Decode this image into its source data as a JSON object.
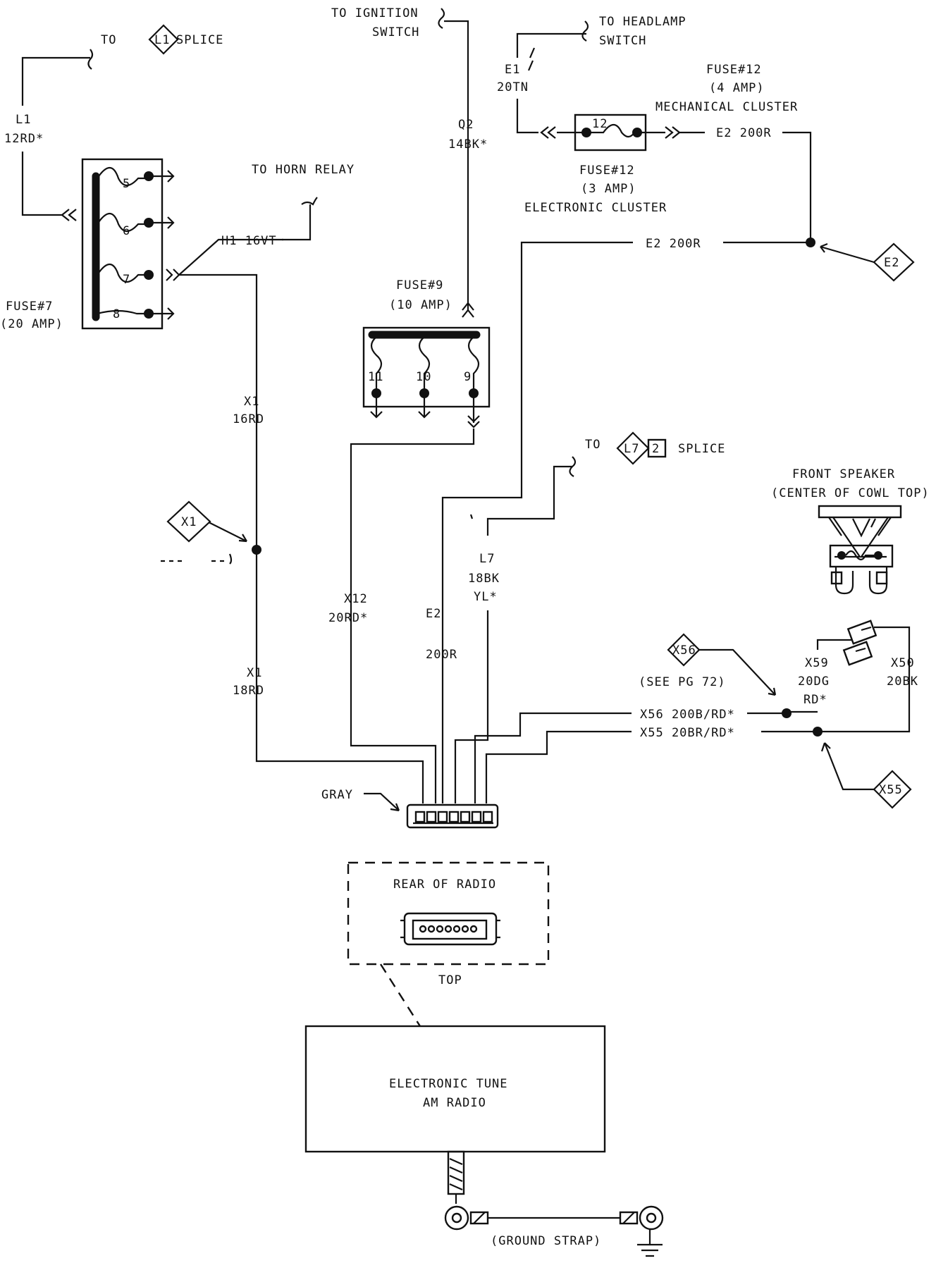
{
  "labels": {
    "to_l1_splice_to": "TO",
    "l1_id": "L1",
    "l1_splice": "SPLICE",
    "to_ignition_1": "TO IGNITION",
    "to_ignition_2": "SWITCH",
    "to_headlamp_1": "TO HEADLAMP",
    "to_headlamp_2": "SWITCH",
    "e1_1": "E1",
    "e1_2": "20TN",
    "fuse12_top_1": "FUSE#12",
    "fuse12_top_2": "(4 AMP)",
    "fuse12_top_3": "MECHANICAL CLUSTER",
    "fuse12_num": "12",
    "e2_wire_top": "E2 200R",
    "fuse12_bot_1": "FUSE#12",
    "fuse12_bot_2": "(3 AMP)",
    "fuse12_bot_3": "ELECTRONIC CLUSTER",
    "l1_wire_1": "L1",
    "l1_wire_2": "12RD*",
    "q2_1": "Q2",
    "q2_2": "14BK*",
    "to_horn_relay": "TO HORN RELAY",
    "h1": "H1 16VT",
    "e2_wire_mid": "E2 200R",
    "e2_diamond": "E2",
    "fuse7_1": "FUSE#7",
    "fuse7_2": "(20 AMP)",
    "f7_5": "5",
    "f7_6": "6",
    "f7_7": "7",
    "f7_8": "8",
    "fuse9_1": "FUSE#9",
    "fuse9_2": "(10 AMP)",
    "f9_11": "11",
    "f9_10": "10",
    "f9_9": "9",
    "x1_upper_1": "X1",
    "x1_upper_2": "16RD",
    "to_l7": "TO",
    "l7_id": "L7",
    "l7_num": "2",
    "l7_splice": "SPLICE",
    "front_speaker_1": "FRONT SPEAKER",
    "front_speaker_2": "(CENTER OF COWL TOP)",
    "x1_diamond": "X1",
    "l7_wire_1": "L7",
    "l7_wire_2": "18BK",
    "l7_wire_3": "YL*",
    "x12_1": "X12",
    "x12_2": "20RD*",
    "x56_diamond": "X56",
    "see_pg": "(SEE PG 72)",
    "x59_1": "X59",
    "x59_2": "20DG",
    "x59_3": "RD*",
    "x50_1": "X50",
    "x50_2": "20BK",
    "e2_lower_1": "E2",
    "e2_lower_2": "200R",
    "x1_lower_1": "X1",
    "x1_lower_2": "18RD",
    "x56_wire": "X56 200B/RD*",
    "x55_wire": "X55 20BR/RD*",
    "gray": "GRAY",
    "x55_diamond": "X55",
    "rear_of_radio": "REAR OF RADIO",
    "top": "TOP",
    "radio_1": "ELECTRONIC TUNE",
    "radio_2": "AM RADIO",
    "ground_strap": "(GROUND STRAP)"
  }
}
